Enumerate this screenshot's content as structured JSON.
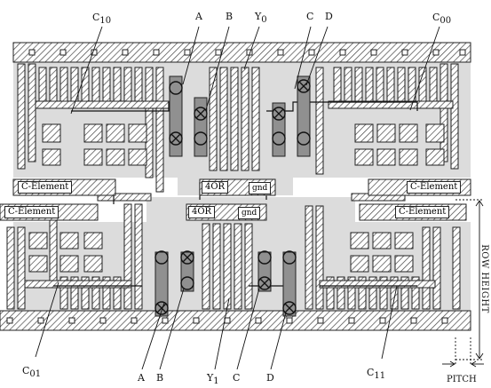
{
  "labels": {
    "c10": "C",
    "c10_sub": "10",
    "top_a": "A",
    "top_b": "B",
    "y0": "Y",
    "y0_sub": "0",
    "top_c": "C",
    "top_d": "D",
    "c00": "C",
    "c00_sub": "00",
    "c01": "C",
    "c01_sub": "01",
    "bot_a": "A",
    "bot_b": "B",
    "y1": "Y",
    "y1_sub": "1",
    "bot_c": "C",
    "bot_d": "D",
    "c11": "C",
    "c11_sub": "11",
    "row_height": "ROW HEIGHT",
    "pitch": "PITCH"
  },
  "cells": {
    "c_element": "C-Element",
    "or4": "4OR",
    "gnd": "gnd"
  },
  "colors": {
    "cell_fill": "#dcdcdc",
    "hatch_stroke": "#444444",
    "poly": "#909090",
    "line": "#111111"
  }
}
